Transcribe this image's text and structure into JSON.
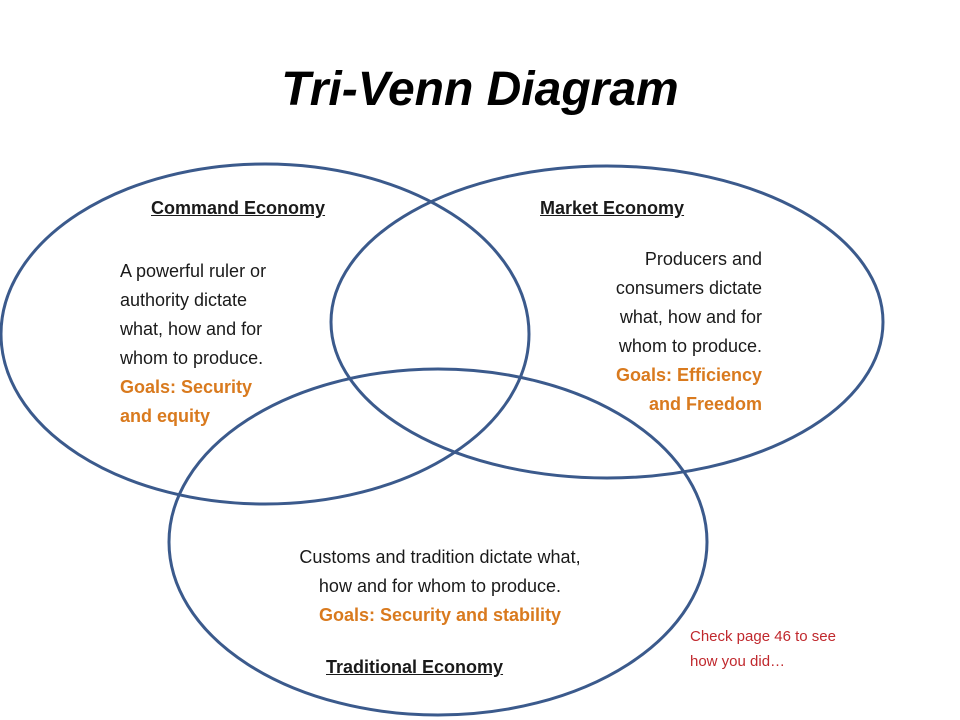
{
  "title": "Tri-Venn Diagram",
  "colors": {
    "circle_stroke": "#3b5a8c",
    "goal_text": "#d97a1e",
    "note_text": "#c0282d"
  },
  "command": {
    "label": "Command Economy",
    "line1": "A powerful ruler or",
    "line2": "authority dictate",
    "line3": "what, how and for",
    "line4": "whom to produce.",
    "goal1": "Goals: Security",
    "goal2": "and equity"
  },
  "market": {
    "label": "Market Economy",
    "line1": "Producers and",
    "line2": "consumers dictate",
    "line3": "what, how and for",
    "line4": "whom to produce.",
    "goal1": "Goals: Efficiency",
    "goal2": "and Freedom"
  },
  "traditional": {
    "label": "Traditional Economy",
    "line1": "Customs and tradition dictate what,",
    "line2": "how and for whom to produce.",
    "goal": "Goals: Security and stability"
  },
  "note": {
    "line1": "Check page 46 to see",
    "line2": "how you did…"
  }
}
